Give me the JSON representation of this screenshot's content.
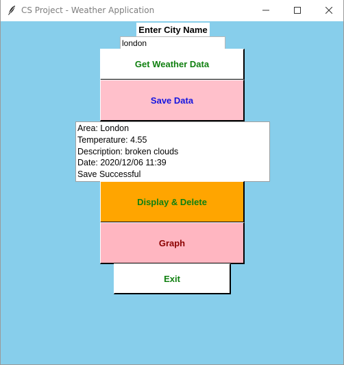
{
  "window": {
    "title": "CS Project - Weather Application",
    "icons": {
      "app": "feather-icon",
      "minimize": "minimize-icon",
      "maximize": "maximize-icon",
      "close": "close-icon"
    }
  },
  "form": {
    "label": "Enter City Name",
    "city_value": "london"
  },
  "buttons": {
    "get_weather": "Get Weather Data",
    "save": "Save Data",
    "display_delete": "Display & Delete",
    "graph": "Graph",
    "exit": "Exit"
  },
  "info": {
    "lines": [
      "Area: London",
      "Temperature: 4.55",
      "Description: broken clouds",
      "Date: 2020/12/06 11:39",
      "Save Successful"
    ]
  },
  "colors": {
    "background": "#87ceeb",
    "get_weather_text": "#108010",
    "save_bg": "#ffc0cb",
    "save_text": "#1515e0",
    "display_bg": "#ffa500",
    "display_text": "#108010",
    "graph_bg": "#ffb6c1",
    "graph_text": "#8b0000",
    "exit_text": "#108010"
  }
}
